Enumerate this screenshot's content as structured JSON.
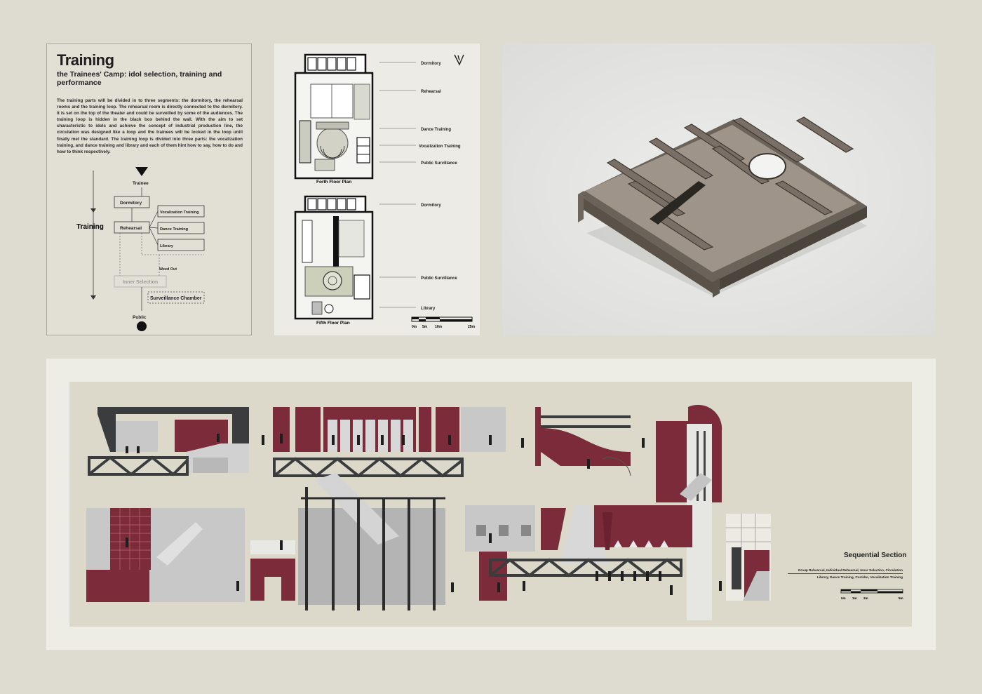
{
  "training_panel": {
    "title": "Training",
    "subtitle": "the Trainees' Camp: idol selection, training and performance",
    "description": "The training parts will be divided in to three segments: the dormitory, the rehearsal rooms and the training loop. The rehearsal room is directly connected to the dormitory. It is set on the top of the theater and could be surveilled by some of the audiences. The training loop is hidden in the black box behind the wall. With the aim to set characteristic to idols and achieve the concept of industrial production line, the circulation was designed like a loop and the trainees will be locked in the loop until finally met the standard. The training loop is divided into three parts: the vocalization training, and dance training and library and each of them hint how to say, how to do and how to think respectively.",
    "diagram": {
      "trainee": "Trainee",
      "training": "Training",
      "dormitory": "Dormitory",
      "rehearsal": "Rehearsal",
      "vocalization": "Vocalization Training",
      "dance": "Dance Training",
      "library": "Library",
      "weed_out": "Weed Out",
      "inner_selection": "Inner Selection",
      "surveillance": "Surveillance Chamber",
      "public": "Public"
    }
  },
  "plans_panel": {
    "upper_caption": "Forth Floor Plan",
    "lower_caption": "Fifth Floor Plan",
    "upper_labels": [
      "Dormitory",
      "Rehearsal",
      "Dance Training",
      "Vocalization Training",
      "Public Survillance"
    ],
    "lower_labels": [
      "Dormitory",
      "Public Survillance",
      "Library"
    ],
    "scale": [
      "0m",
      "5m",
      "10m",
      "25m"
    ]
  },
  "section_panel": {
    "title": "Sequential Section",
    "line1": "Group Rehearsal, Individual Rehearsal, Inner Selection, Circulation",
    "line2": "Library, Dance Training, Corridor, Vocalization Training",
    "scale": [
      "0m",
      "1m",
      "2m",
      "5m"
    ]
  },
  "colors": {
    "maroon": "#7b2b3a",
    "dark": "#3a3c3d",
    "grey": "#bdbdbd",
    "background": "#dedbd0"
  }
}
